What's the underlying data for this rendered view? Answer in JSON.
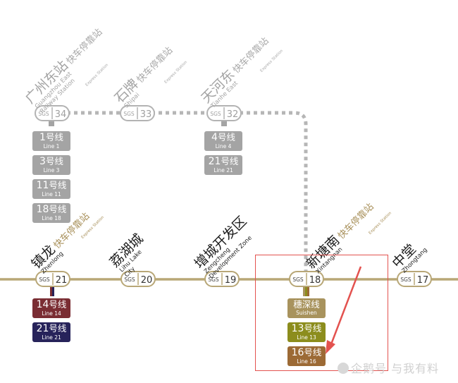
{
  "stations": [
    {
      "id": "guangzhou-east",
      "zh": "广州东站",
      "en": "Guangzhou East",
      "en2": "Railway Station",
      "express_zh": "快车停靠站",
      "express_en": "Express Station",
      "code_prefix": "SGS",
      "code": "34",
      "style": "gray"
    },
    {
      "id": "shipai",
      "zh": "石牌",
      "en": "Shipai",
      "en2": "",
      "express_zh": "快车停靠站",
      "express_en": "Express Station",
      "code_prefix": "SGS",
      "code": "33",
      "style": "gray"
    },
    {
      "id": "tianhe-east",
      "zh": "天河东",
      "en": "Tianhe East",
      "en2": "",
      "express_zh": "快车停靠站",
      "express_en": "Express Station",
      "code_prefix": "SGS",
      "code": "32",
      "style": "gray"
    },
    {
      "id": "zhenlong",
      "zh": "镇龙",
      "en": "Zhenlong",
      "en2": "",
      "express_zh": "快车停靠站",
      "express_en": "Express Station",
      "code_prefix": "SGS",
      "code": "21",
      "style": "dark"
    },
    {
      "id": "lihu-lake-city",
      "zh": "荔湖城",
      "en": "Lihu Lake",
      "en2": "City",
      "express_zh": "",
      "express_en": "",
      "code_prefix": "SGS",
      "code": "20",
      "style": "dark"
    },
    {
      "id": "zengcheng-dev-zone",
      "zh": "增城开发区",
      "en": "Zengcheng",
      "en2": "Development Zone",
      "express_zh": "",
      "express_en": "",
      "code_prefix": "SGS",
      "code": "19",
      "style": "dark"
    },
    {
      "id": "xintangnan",
      "zh": "新塘南",
      "en": "Xintangnan",
      "en2": "",
      "express_zh": "快车停靠站",
      "express_en": "Express Station",
      "code_prefix": "SGS",
      "code": "18",
      "style": "dark"
    },
    {
      "id": "zhongtang",
      "zh": "中堂",
      "en": "Zhongtang",
      "en2": "",
      "express_zh": "",
      "express_en": "",
      "code_prefix": "SGS",
      "code": "17",
      "style": "dark"
    }
  ],
  "transfers": {
    "guangzhou_east": [
      {
        "num": "1",
        "zh": "号线",
        "en": "Line 1"
      },
      {
        "num": "3",
        "zh": "号线",
        "en": "Line 3"
      },
      {
        "num": "11",
        "zh": "号线",
        "en": "Line 11"
      },
      {
        "num": "18",
        "zh": "号线",
        "en": "Line 18"
      }
    ],
    "tianhe_east": [
      {
        "num": "4",
        "zh": "号线",
        "en": "Line 4"
      },
      {
        "num": "21",
        "zh": "号线",
        "en": "Line 21"
      }
    ],
    "zhenlong": [
      {
        "num": "14",
        "zh": "号线",
        "en": "Line 14"
      },
      {
        "num": "21",
        "zh": "号线",
        "en": "Line 21"
      }
    ],
    "xintangnan": [
      {
        "num": "",
        "zh": "穗深线",
        "en": "Suishen"
      },
      {
        "num": "13",
        "zh": "号线",
        "en": "Line 13"
      },
      {
        "num": "16",
        "zh": "号线",
        "en": "Line 16"
      }
    ]
  },
  "colors": {
    "main_line": "#b8a777",
    "express_dotted": "#b6b6b6",
    "highlight_box": "#e3524f",
    "arrow": "#e3524f",
    "line14": "#7a2d33",
    "line21": "#27235a",
    "suishen": "#a8935d",
    "line13": "#8c8d1d",
    "line16": "#9c6a35"
  },
  "watermark": "企鹅号 与我有料"
}
